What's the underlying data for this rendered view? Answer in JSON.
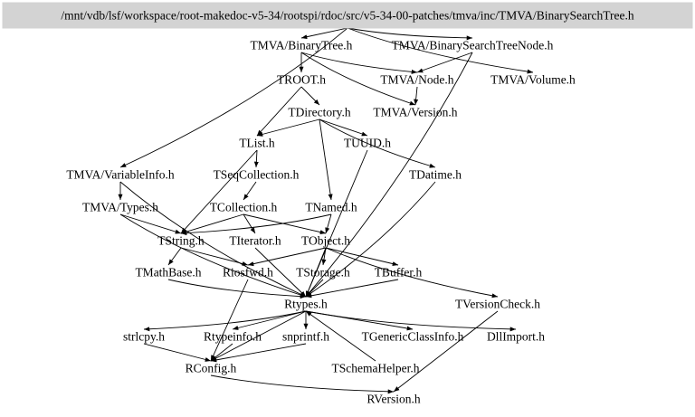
{
  "root": "/mnt/vdb/lsf/workspace/root-makedoc-v5-34/rootspi/rdoc/src/v5-34-00-patches/tmva/inc/TMVA/BinarySearchTree.h",
  "nodes": {
    "binarytree": "TMVA/BinaryTree.h",
    "bstnode": "TMVA/BinarySearchTreeNode.h",
    "troot": "TROOT.h",
    "node": "TMVA/Node.h",
    "volume": "TMVA/Volume.h",
    "tdirectory": "TDirectory.h",
    "version": "TMVA/Version.h",
    "tlist": "TList.h",
    "tuuid": "TUUID.h",
    "variableinfo": "TMVA/VariableInfo.h",
    "tseqcollection": "TSeqCollection.h",
    "tdatime": "TDatime.h",
    "types": "TMVA/Types.h",
    "tcollection": "TCollection.h",
    "tnamed": "TNamed.h",
    "tstring": "TString.h",
    "titerator": "TIterator.h",
    "tobject": "TObject.h",
    "tmathbase": "TMathBase.h",
    "riosfwd": "Riosfwd.h",
    "tstorage": "TStorage.h",
    "tbuffer": "TBuffer.h",
    "rtypes": "Rtypes.h",
    "tversioncheck": "TVersionCheck.h",
    "strlcpy": "strlcpy.h",
    "rtypeinfo": "Rtypeinfo.h",
    "snprintf": "snprintf.h",
    "tgenericclassinfo": "TGenericClassInfo.h",
    "dllimport": "DllImport.h",
    "tschemahelper": "TSchemaHelper.h",
    "rconfig": "RConfig.h",
    "rversion": "RVersion.h"
  },
  "edges": [
    [
      "root",
      "binarytree"
    ],
    [
      "root",
      "bstnode"
    ],
    [
      "root",
      "volume"
    ],
    [
      "root",
      "variableinfo"
    ],
    [
      "binarytree",
      "troot"
    ],
    [
      "binarytree",
      "node"
    ],
    [
      "binarytree",
      "version"
    ],
    [
      "bstnode",
      "node"
    ],
    [
      "bstnode",
      "rtypes"
    ],
    [
      "node",
      "version"
    ],
    [
      "troot",
      "tdirectory"
    ],
    [
      "troot",
      "tlist"
    ],
    [
      "tdirectory",
      "tlist"
    ],
    [
      "tdirectory",
      "tuuid"
    ],
    [
      "tdirectory",
      "tnamed"
    ],
    [
      "tdirectory",
      "tdatime"
    ],
    [
      "tlist",
      "tseqcollection"
    ],
    [
      "tlist",
      "tstring"
    ],
    [
      "tseqcollection",
      "tcollection"
    ],
    [
      "tcollection",
      "tstring"
    ],
    [
      "tcollection",
      "titerator"
    ],
    [
      "tcollection",
      "tobject"
    ],
    [
      "tnamed",
      "tobject"
    ],
    [
      "tnamed",
      "tstring"
    ],
    [
      "tuuid",
      "rtypes"
    ],
    [
      "tdatime",
      "rtypes"
    ],
    [
      "variableinfo",
      "types"
    ],
    [
      "variableinfo",
      "rtypes"
    ],
    [
      "types",
      "tstring"
    ],
    [
      "types",
      "rtypes"
    ],
    [
      "tstring",
      "tmathbase"
    ],
    [
      "tstring",
      "riosfwd"
    ],
    [
      "titerator",
      "rtypes"
    ],
    [
      "tobject",
      "tstorage"
    ],
    [
      "tobject",
      "tbuffer"
    ],
    [
      "tobject",
      "riosfwd"
    ],
    [
      "tobject",
      "tversioncheck"
    ],
    [
      "tobject",
      "rtypes"
    ],
    [
      "tstorage",
      "rtypes"
    ],
    [
      "tbuffer",
      "rtypes"
    ],
    [
      "tmathbase",
      "rtypes"
    ],
    [
      "riosfwd",
      "rconfig"
    ],
    [
      "tversioncheck",
      "rversion"
    ],
    [
      "rtypes",
      "strlcpy"
    ],
    [
      "rtypes",
      "rtypeinfo"
    ],
    [
      "rtypes",
      "snprintf"
    ],
    [
      "rtypes",
      "tgenericclassinfo"
    ],
    [
      "rtypes",
      "dllimport"
    ],
    [
      "rtypes",
      "rconfig"
    ],
    [
      "strlcpy",
      "rconfig"
    ],
    [
      "rtypeinfo",
      "rconfig"
    ],
    [
      "snprintf",
      "rconfig"
    ],
    [
      "tschemahelper",
      "rtypes"
    ],
    [
      "rconfig",
      "rversion"
    ]
  ]
}
